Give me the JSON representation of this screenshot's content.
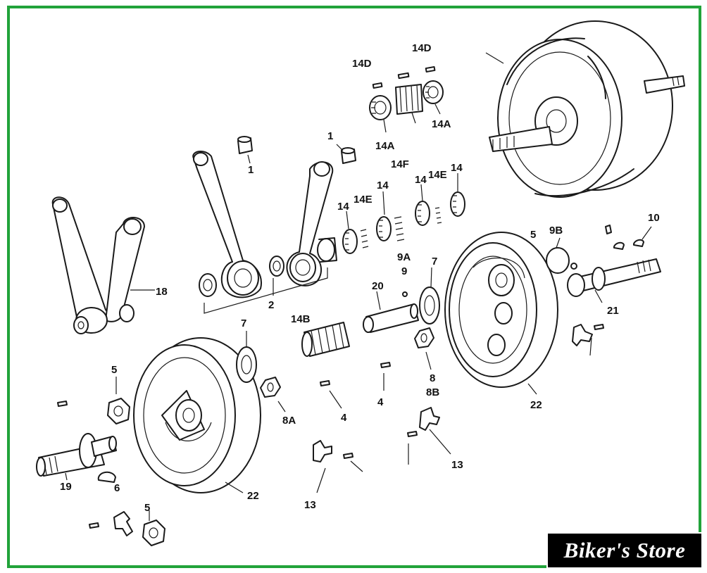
{
  "diagram": {
    "callouts": [
      {
        "id": "c-1a",
        "text": "1"
      },
      {
        "id": "c-1b",
        "text": "1"
      },
      {
        "id": "c-2",
        "text": "2"
      },
      {
        "id": "c-4a",
        "text": "4"
      },
      {
        "id": "c-4b",
        "text": "4"
      },
      {
        "id": "c-5a",
        "text": "5"
      },
      {
        "id": "c-5b",
        "text": "5"
      },
      {
        "id": "c-5c",
        "text": "5"
      },
      {
        "id": "c-6",
        "text": "6"
      },
      {
        "id": "c-7a",
        "text": "7"
      },
      {
        "id": "c-7b",
        "text": "7"
      },
      {
        "id": "c-8",
        "text": "8"
      },
      {
        "id": "c-8a",
        "text": "8A"
      },
      {
        "id": "c-8b",
        "text": "8B"
      },
      {
        "id": "c-9",
        "text": "9"
      },
      {
        "id": "c-9a",
        "text": "9A"
      },
      {
        "id": "c-9b",
        "text": "9B"
      },
      {
        "id": "c-10",
        "text": "10"
      },
      {
        "id": "c-13a",
        "text": "13"
      },
      {
        "id": "c-13b",
        "text": "13"
      },
      {
        "id": "c-14a",
        "text": "14"
      },
      {
        "id": "c-14b",
        "text": "14"
      },
      {
        "id": "c-14c",
        "text": "14"
      },
      {
        "id": "c-14d",
        "text": "14"
      },
      {
        "id": "c-14a-1",
        "text": "14A"
      },
      {
        "id": "c-14a-2",
        "text": "14A"
      },
      {
        "id": "c-14b-1",
        "text": "14B"
      },
      {
        "id": "c-14d-1",
        "text": "14D"
      },
      {
        "id": "c-14d-2",
        "text": "14D"
      },
      {
        "id": "c-14e-1",
        "text": "14E"
      },
      {
        "id": "c-14e-2",
        "text": "14E"
      },
      {
        "id": "c-14f",
        "text": "14F"
      },
      {
        "id": "c-18",
        "text": "18"
      },
      {
        "id": "c-19",
        "text": "19"
      },
      {
        "id": "c-20",
        "text": "20"
      },
      {
        "id": "c-21",
        "text": "21"
      },
      {
        "id": "c-22a",
        "text": "22"
      },
      {
        "id": "c-22b",
        "text": "22"
      }
    ]
  },
  "watermark": {
    "text": "Biker's Store"
  },
  "colors": {
    "frame": "#21a33a",
    "ink": "#1a1a1a",
    "watermark_bg": "#000000"
  }
}
